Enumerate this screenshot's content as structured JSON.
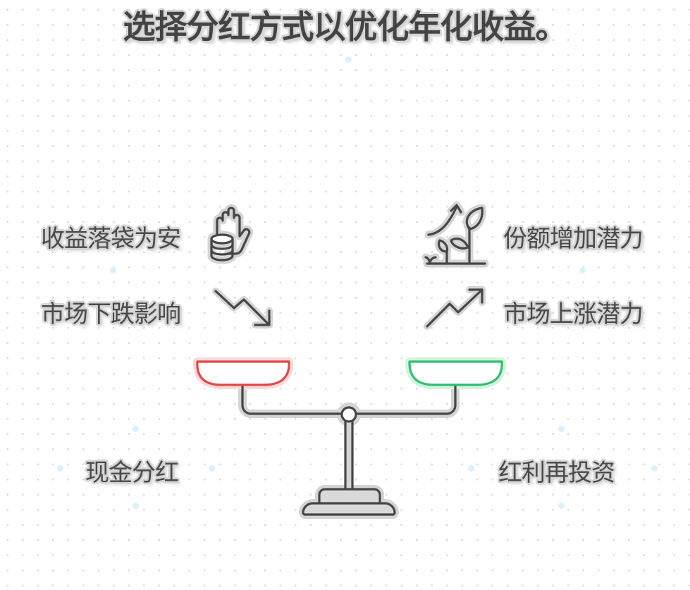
{
  "title": "选择分红方式以优化年化收益。",
  "left": {
    "option_label": "现金分红",
    "pan_color": "#e04848",
    "points": [
      {
        "label": "收益落袋为安",
        "icon": "hand-coins-icon"
      },
      {
        "label": "市场下跌影响",
        "icon": "trend-down-icon"
      }
    ]
  },
  "right": {
    "option_label": "红利再投资",
    "pan_color": "#2fbf6e",
    "points": [
      {
        "label": "份额增加潜力",
        "icon": "plant-growth-icon"
      },
      {
        "label": "市场上涨潜力",
        "icon": "trend-up-icon"
      }
    ]
  },
  "colors": {
    "stroke": "#464646",
    "halo": "#d4d4d4",
    "red_pan": "#e04848",
    "green_pan": "#2fbf6e",
    "accent_dot": "#dbf0fb"
  }
}
